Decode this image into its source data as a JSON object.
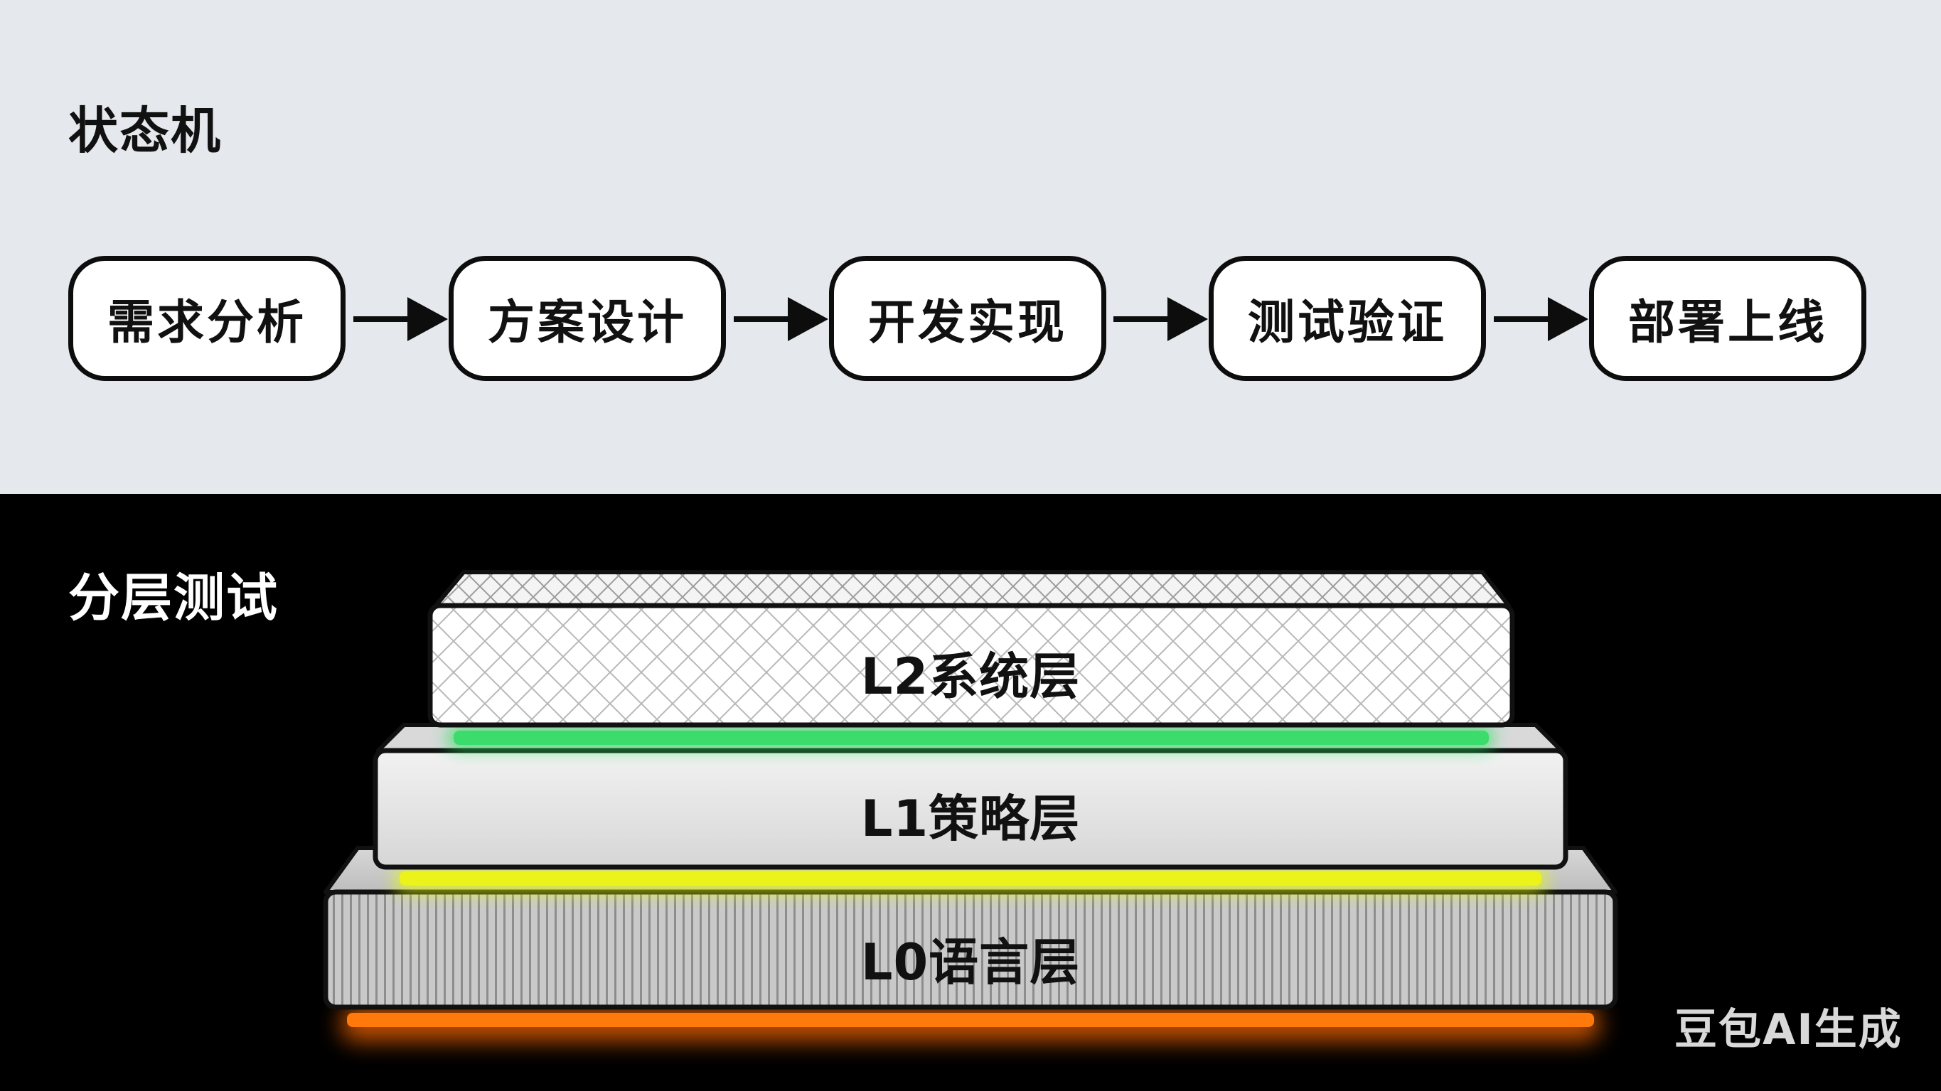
{
  "state_machine": {
    "title": "状态机",
    "steps": [
      "需求分析",
      "方案设计",
      "开发实现",
      "测试验证",
      "部署上线"
    ],
    "arrow_color": "#0d0d0d",
    "background_color": "#e5e8ec"
  },
  "layered_testing": {
    "title": "分层测试",
    "background_color": "#000000",
    "layers": [
      {
        "label": "L2系统层",
        "glow_color": "#35d96a",
        "texture": "crosshatch"
      },
      {
        "label": "L1策略层",
        "glow_color": "#e8f51a",
        "texture": "plain"
      },
      {
        "label": "L0语言层",
        "glow_color": "#ff7a0a",
        "texture": "vertical-stripes"
      }
    ]
  },
  "watermark": "豆包AI生成"
}
